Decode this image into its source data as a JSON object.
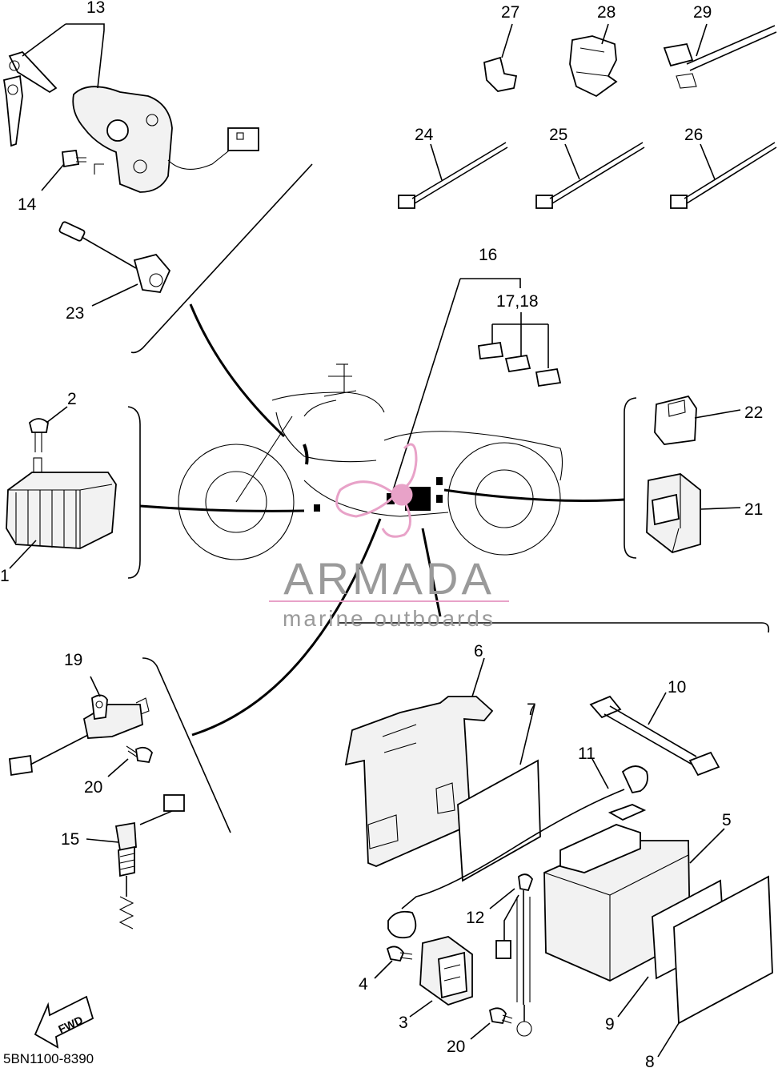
{
  "diagram": {
    "drawing_code": "5BN1100-8390",
    "fwd_label": "FWD",
    "watermark": {
      "brand": "ARMADA",
      "tagline": "marine outboards",
      "brand_color": "#e8a2c8"
    },
    "callouts": {
      "c1": "1",
      "c2": "2",
      "c3": "3",
      "c4": "4",
      "c5": "5",
      "c6": "6",
      "c7": "7",
      "c8": "8",
      "c9": "9",
      "c10": "10",
      "c11": "11",
      "c12": "12",
      "c13": "13",
      "c14": "14",
      "c15": "15",
      "c16": "16",
      "c17_18": "17,18",
      "c19": "19",
      "c20a": "20",
      "c20b": "20",
      "c21": "21",
      "c22": "22",
      "c23": "23",
      "c24": "24",
      "c25": "25",
      "c26": "26",
      "c27": "27",
      "c28": "28",
      "c29": "29"
    }
  }
}
